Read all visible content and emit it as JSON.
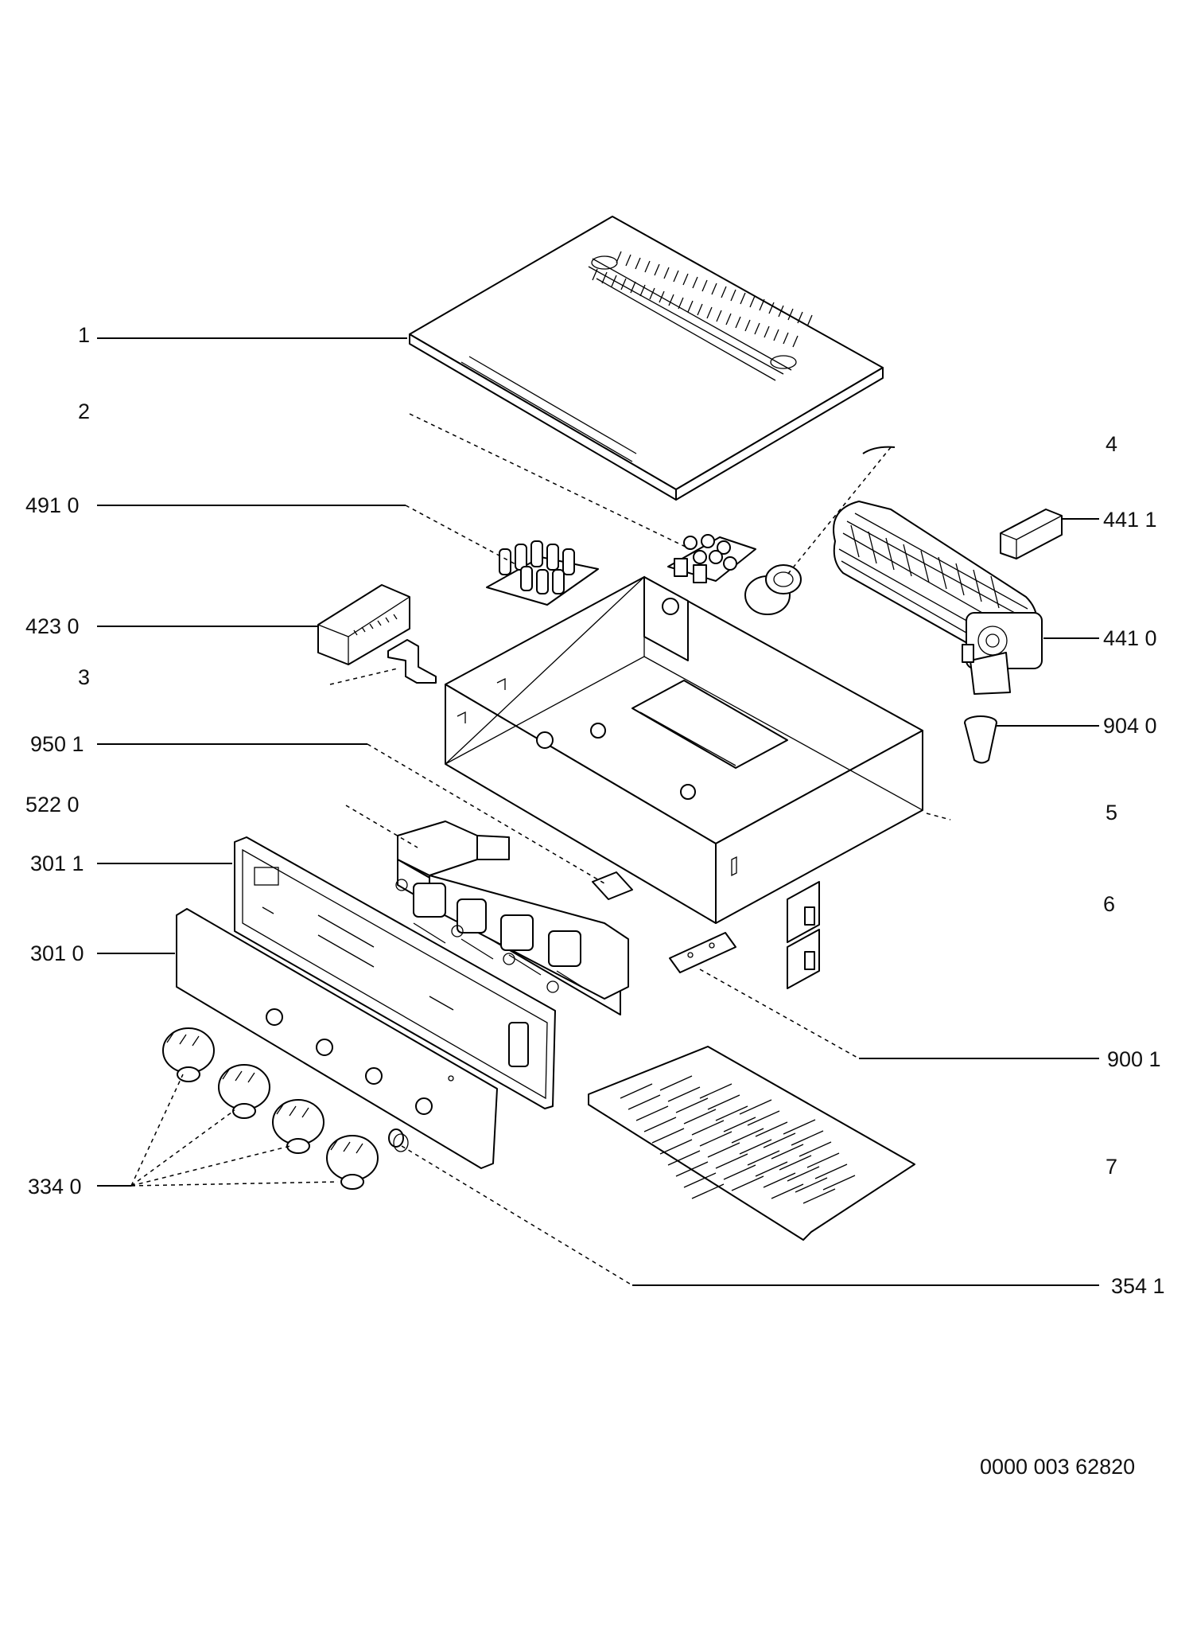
{
  "diagram": {
    "callouts": {
      "c1": "1",
      "c2": "2",
      "c3": "3",
      "c4": "4",
      "c5": "5",
      "c6": "6",
      "c7": "7",
      "p491": "491 0",
      "p423": "423 0",
      "p950": "950 1",
      "p522": "522 0",
      "p3011": "301 1",
      "p3010": "301 0",
      "p334": "334 0",
      "p4411": "441 1",
      "p4410": "441 0",
      "p904": "904 0",
      "p900": "900 1",
      "p354": "354 1"
    },
    "drawing_number": "0000 003 62820"
  }
}
